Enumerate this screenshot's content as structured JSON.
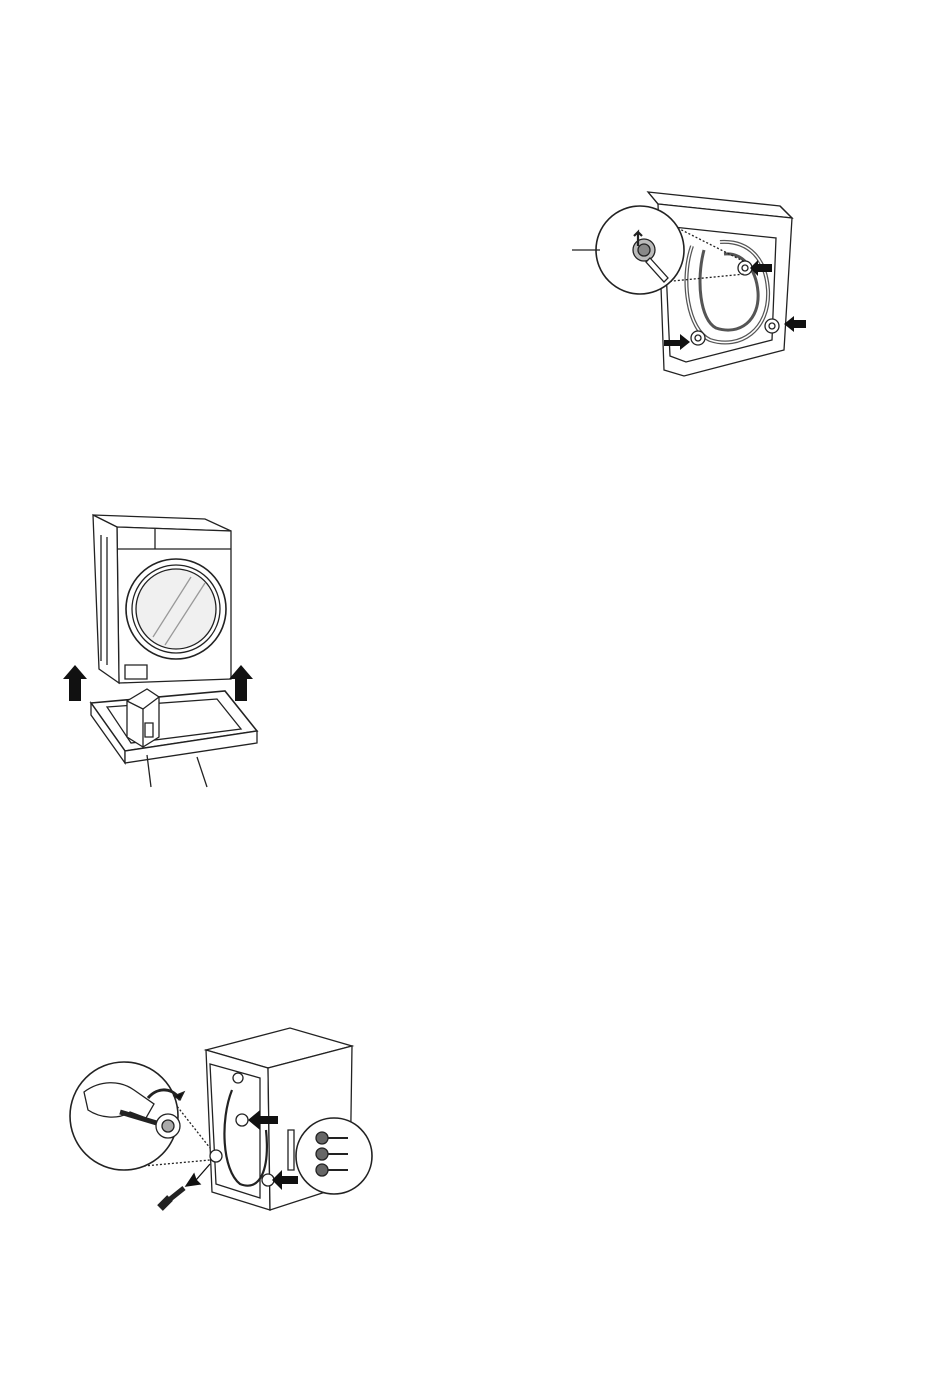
{
  "page": {
    "background": "#ffffff",
    "line_color": "#222222"
  },
  "figures": [
    {
      "id": "rear-bolts",
      "icons": [
        "washer-rear-view",
        "magnifier-callout",
        "shipping-bolt",
        "arrow-icon"
      ]
    },
    {
      "id": "lift-base",
      "icons": [
        "washer-front-view",
        "packing-base",
        "foam-post",
        "up-arrow-icon"
      ]
    },
    {
      "id": "wrench-bolts",
      "icons": [
        "washer-rear-view",
        "hand-with-wrench",
        "removed-bolt",
        "bolts-callout",
        "arrow-icon"
      ]
    }
  ]
}
